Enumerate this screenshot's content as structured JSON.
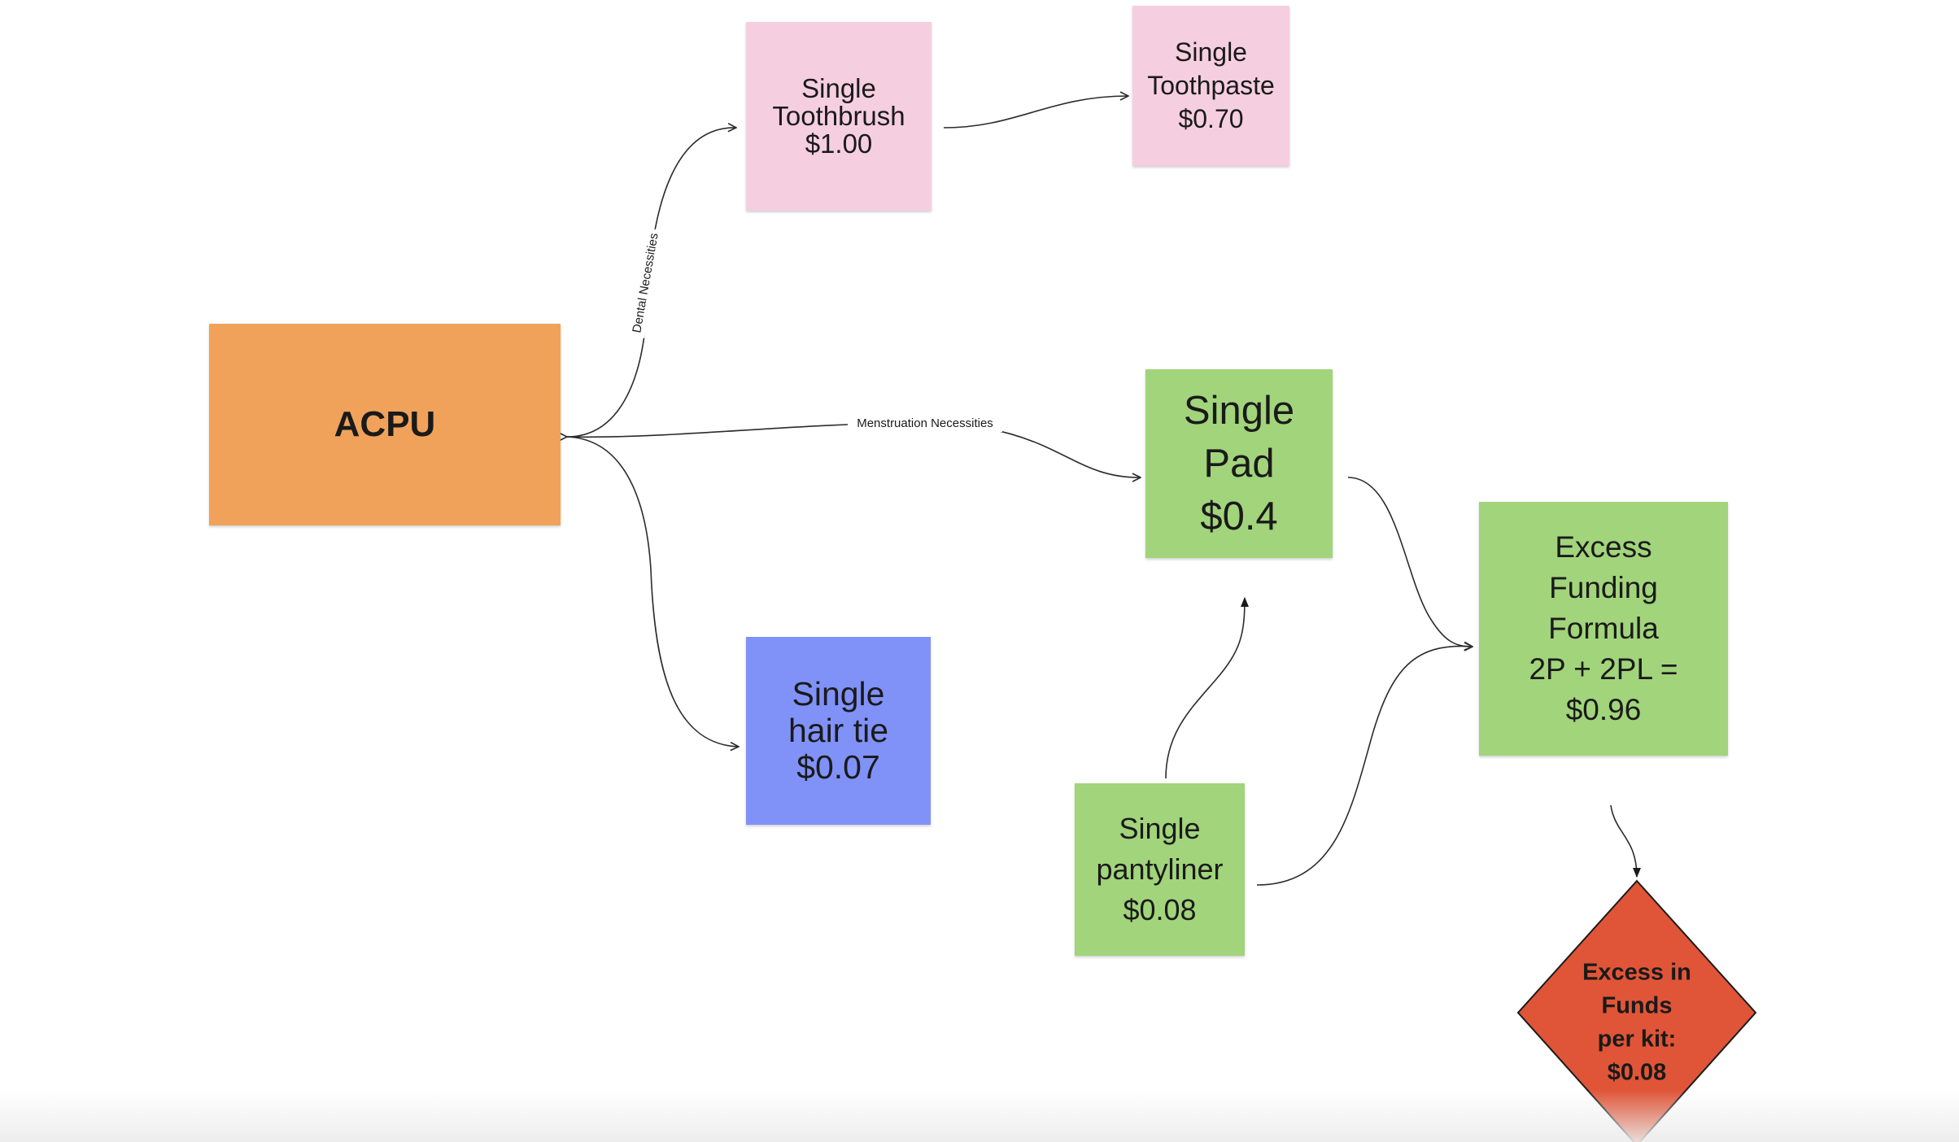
{
  "board": {
    "nodes": {
      "acpu": {
        "lines": [
          "ACPU"
        ],
        "color": "#f1a25a"
      },
      "toothbrush": {
        "lines": [
          "Single",
          "Toothbrush",
          "$1.00"
        ],
        "color": "#f5cfdf"
      },
      "toothpaste": {
        "lines": [
          "Single",
          "Toothpaste",
          "$0.70"
        ],
        "color": "#f5cfdf"
      },
      "pad": {
        "lines": [
          "Single",
          "Pad",
          "$0.4"
        ],
        "color": "#a2d47b"
      },
      "hair_tie": {
        "lines": [
          "Single",
          "hair tie",
          "$0.07"
        ],
        "color": "#8092f8"
      },
      "pantyliner": {
        "lines": [
          "Single",
          "pantyliner",
          "$0.08"
        ],
        "color": "#a2d47b"
      },
      "formula": {
        "lines": [
          "Excess",
          "Funding",
          "Formula",
          "2P + 2PL =",
          "$0.96"
        ],
        "color": "#a2d47b"
      },
      "excess": {
        "lines": [
          "Excess in",
          "Funds",
          "per kit:",
          "$0.08"
        ],
        "color": "#e05537"
      }
    },
    "edge_labels": {
      "dental": "Dental Necessities",
      "menstruation": "Menstruation Necessities"
    }
  }
}
